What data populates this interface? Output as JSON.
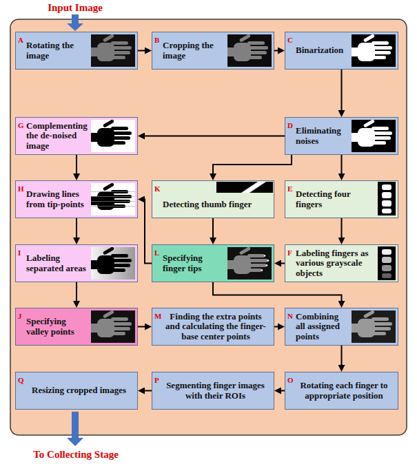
{
  "diagram": {
    "nodes": [
      {
        "text": [
          "A",
          "Rotating the image"
        ]
      },
      {
        "text": [
          "B",
          "Cropping the image"
        ]
      },
      {
        "text": [
          "C",
          "Binarization"
        ]
      },
      {
        "text": [
          "G",
          "Complementing the de-noised image"
        ]
      },
      {
        "text": [
          "D",
          "Eliminating noises"
        ]
      },
      {
        "text": [
          "H",
          "Drawing lines from tip-points"
        ]
      },
      {
        "text": [
          "K",
          "Detecting thumb finger"
        ]
      },
      {
        "text": [
          "E",
          "Detecting four fingers"
        ]
      },
      {
        "text": [
          "I",
          "Labeling separated areas"
        ]
      },
      {
        "text": [
          "L",
          "Specifying finger tips"
        ]
      },
      {
        "text": [
          "F",
          "Labeling fingers as various grayscale objects"
        ]
      },
      {
        "text": [
          "J",
          "Specifying valley points"
        ]
      },
      {
        "text": [
          "M",
          "Finding the extra points and calculating the finger-base center points"
        ]
      },
      {
        "text": [
          "N",
          "Combining all assigned points"
        ]
      },
      {
        "text": [
          "Q",
          "Resizing cropped images"
        ]
      },
      {
        "text": [
          "P",
          "Segmenting finger images with their ROIs"
        ]
      },
      {
        "text": [
          "O",
          "Rotating each finger to appropriate position"
        ]
      }
    ],
    "edges": [
      {
        "from": 0,
        "to": 1,
        "arrow": "to"
      },
      {
        "from": 1,
        "to": 2,
        "arrow": "to"
      },
      {
        "from": 2,
        "to": 4,
        "arrow": "to"
      },
      {
        "from": 4,
        "to": 3,
        "arrow": "to"
      },
      {
        "from": 4,
        "to": 6,
        "arrow": "to"
      },
      {
        "from": 4,
        "to": 7,
        "arrow": "to"
      },
      {
        "from": 3,
        "to": 5,
        "arrow": "to"
      },
      {
        "from": 6,
        "to": 9,
        "arrow": "to"
      },
      {
        "from": 7,
        "to": 10,
        "arrow": "to"
      },
      {
        "from": 10,
        "to": 9,
        "arrow": "to"
      },
      {
        "from": 9,
        "to": 5,
        "arrow": "to"
      },
      {
        "from": 5,
        "to": 8,
        "arrow": "to"
      },
      {
        "from": 8,
        "to": 11,
        "arrow": "to"
      },
      {
        "from": 9,
        "to": 13,
        "arrow": "to"
      },
      {
        "from": 11,
        "to": 12,
        "arrow": "to"
      },
      {
        "from": 12,
        "to": 13,
        "arrow": "to"
      },
      {
        "from": 13,
        "to": 16,
        "arrow": "to"
      },
      {
        "from": 16,
        "to": 15,
        "arrow": "to"
      },
      {
        "from": 15,
        "to": 14,
        "arrow": "to"
      }
    ],
    "labels": [
      "Input Image",
      "To Collecting Stage"
    ]
  }
}
